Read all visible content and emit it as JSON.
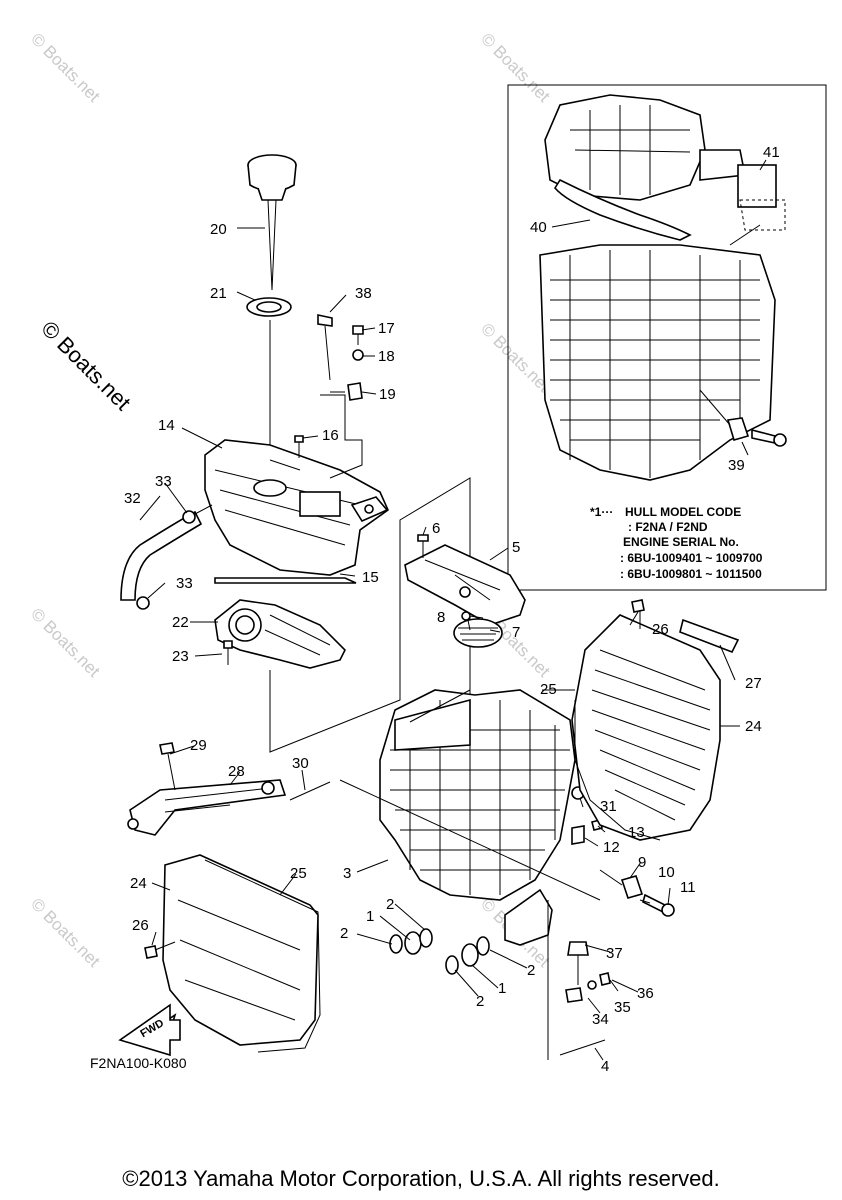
{
  "watermark": "© Boats.net",
  "diagram_code": "F2NA100-K080",
  "copyright": "©2013 Yamaha Motor Corporation, U.S.A. All rights reserved.",
  "fwd_label": "FWD",
  "inset": {
    "note_mark": "*1···",
    "line1": "HULL MODEL CODE",
    "line2": ": F2NA / F2ND",
    "line3": "ENGINE SERIAL No.",
    "line4": ": 6BU-1009401 ~ 1009700",
    "line5": ": 6BU-1009801 ~ 1011500"
  },
  "callouts": [
    "1",
    "1",
    "2",
    "2",
    "2",
    "2",
    "3",
    "4",
    "5",
    "6",
    "7",
    "8",
    "9",
    "10",
    "11",
    "12",
    "13",
    "14",
    "15",
    "16",
    "17",
    "18",
    "19",
    "20",
    "21",
    "22",
    "23",
    "24",
    "24",
    "25",
    "25",
    "26",
    "26",
    "27",
    "28",
    "29",
    "30",
    "31",
    "32",
    "33",
    "33",
    "34",
    "35",
    "36",
    "37",
    "38",
    "39",
    "40",
    "41"
  ]
}
